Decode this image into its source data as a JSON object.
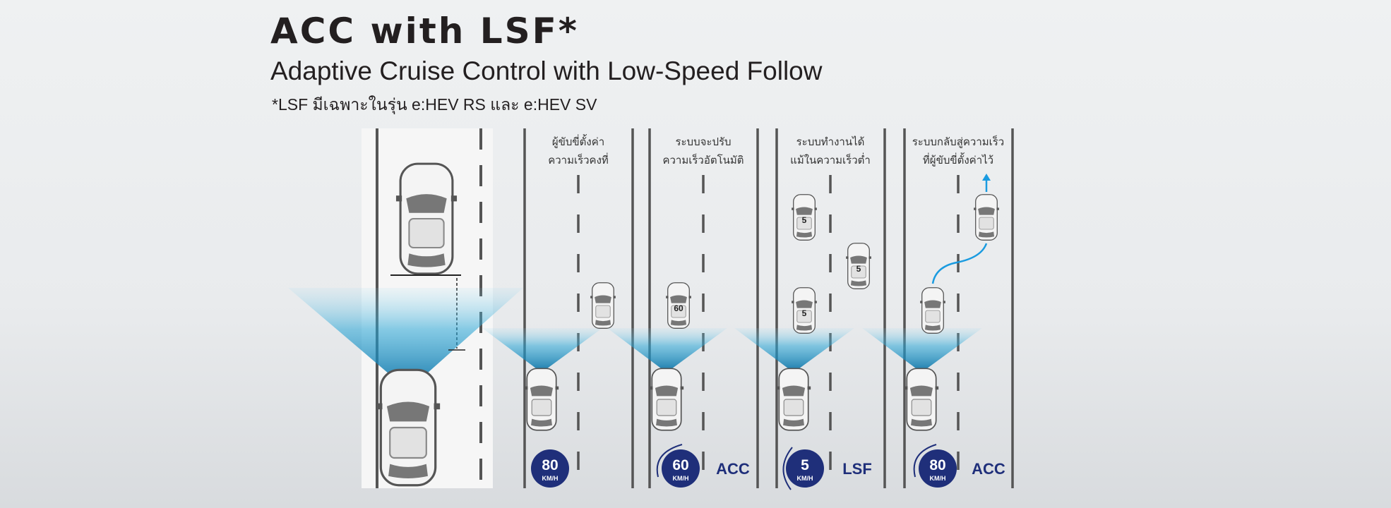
{
  "header": {
    "title": "ACC with LSF*",
    "subtitle": "Adaptive Cruise Control with Low-Speed Follow",
    "note": "*LSF มีเฉพาะในรุ่น e:HEV RS และ e:HEV SV"
  },
  "panels": [
    {
      "caption": [
        "ผู้ขับขี่ตั้งค่า",
        "ความเร็วคงที่"
      ],
      "speed": "80",
      "unit": "KM/H",
      "mode": "",
      "lead": ""
    },
    {
      "caption": [
        "ระบบจะปรับ",
        "ความเร็วอัตโนมัติ"
      ],
      "speed": "60",
      "unit": "KM/H",
      "mode": "ACC",
      "lead": "60"
    },
    {
      "caption": [
        "ระบบทำงานได้",
        "แม้ในความเร็วต่ำ"
      ],
      "speed": "5",
      "unit": "KM/H",
      "mode": "LSF",
      "lead": "5"
    },
    {
      "caption": [
        "ระบบกลับสู่ความเร็ว",
        "ที่ผู้ขับขี่ตั้งค่าไว้"
      ],
      "speed": "80",
      "unit": "KM/H",
      "mode": "ACC",
      "lead": ""
    }
  ],
  "colors": {
    "badge": "#1f2f7a",
    "cone": "#0b7fb3",
    "path": "#1a9be0"
  }
}
